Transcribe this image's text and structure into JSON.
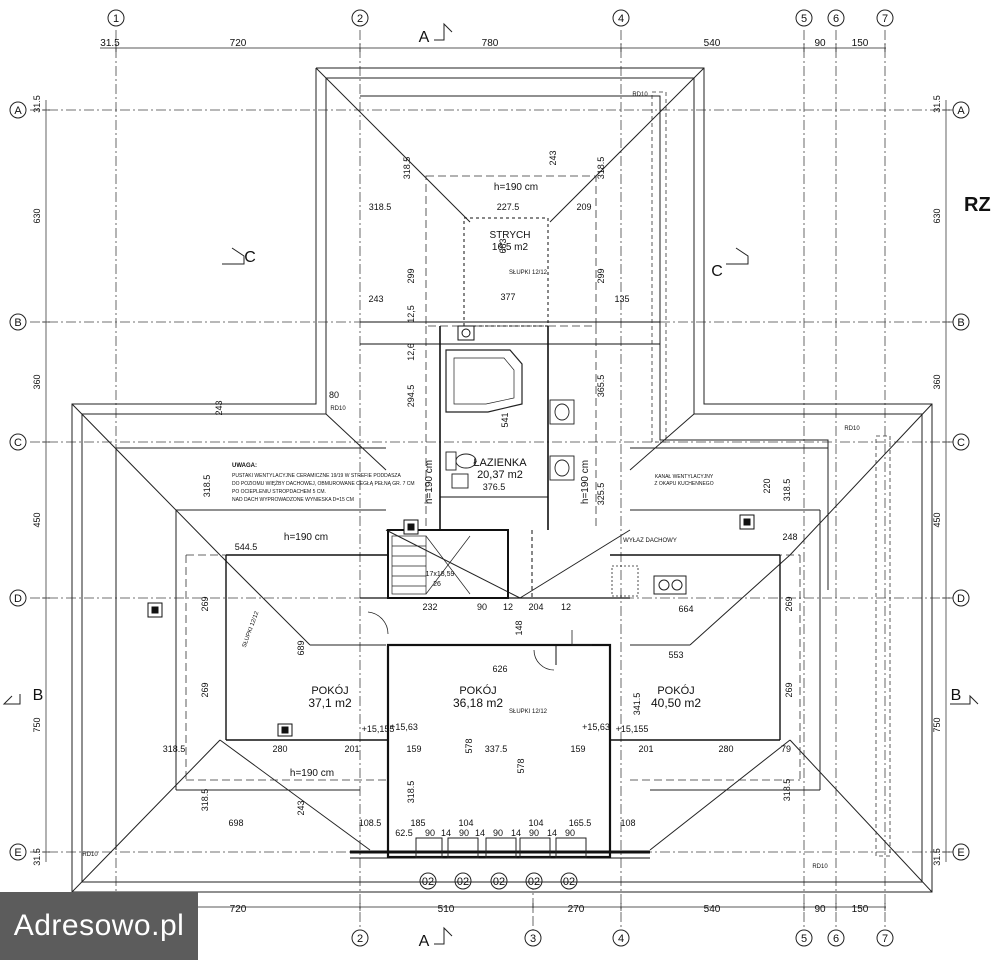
{
  "drawing_title_fragment": "RZ",
  "watermark": "Adresowo.pl",
  "grid_columns_top": [
    "1",
    "2",
    "4",
    "5",
    "6",
    "7"
  ],
  "grid_columns_bottom": [
    "2",
    "3",
    "4",
    "5",
    "6",
    "7"
  ],
  "grid_rows": [
    "A",
    "B",
    "C",
    "D",
    "E"
  ],
  "dims_top": [
    "31.5",
    "720",
    "780",
    "540",
    "90",
    "150"
  ],
  "dims_bottom": [
    "720",
    "510",
    "270",
    "540",
    "90",
    "150"
  ],
  "dims_left": [
    "31.5",
    "630",
    "360",
    "450",
    "750",
    "31.5"
  ],
  "dims_right": [
    "31.5",
    "630",
    "360",
    "450",
    "750",
    "31.5"
  ],
  "section_marks": {
    "a_top": "A",
    "a_bottom": "A",
    "b_left": "B",
    "b_right": "B",
    "c_left": "C",
    "c_right": "C"
  },
  "rooms": {
    "strych": {
      "name": "STRYCH",
      "area": "16,5 m2"
    },
    "lazienka": {
      "name": "ŁAZIENKA",
      "area": "20,37 m2"
    },
    "pokoj_left": {
      "name": "POKÓJ",
      "area": "37,1 m2"
    },
    "pokoj_mid": {
      "name": "POKÓJ",
      "area": "36,18 m2"
    },
    "pokoj_right": {
      "name": "POKÓJ",
      "area": "40,50 m2"
    }
  },
  "notes": {
    "uwaga_title": "UWAGA:",
    "uwaga_lines": [
      "PUSTAKI WENTYLACYJNE CERAMICZNE 19/19 W STREFIE PODDASZA",
      "DO POZIOMU WIĘŹBY DACHOWEJ, OBMUROWANE CEGŁĄ PEŁNĄ GR. 7 CM",
      "PO OCIEPLENIU STROPDACHEM 5 CM.",
      "NAD DACH WYPROWADZONE WYNIESKA D=15 CM"
    ],
    "kanal_lines": [
      "KANAŁ WENTYLACYJNY",
      "Z OKAPU KUCHENNEGO"
    ],
    "wylaz": "WYŁAZ DACHOWY"
  },
  "heights": {
    "h_top": "h=190 cm",
    "h_left_row": "h=190 cm",
    "h_left_vert": "h=190 cm",
    "h_right_vert": "h=190 cm",
    "h_bottom_row": "h=190 cm"
  },
  "slupki": [
    "SŁUPKI 12/12",
    "SŁUPKI 12/12",
    "SŁUPKI 12/12"
  ],
  "rd_labels": [
    "RD10",
    "RD10",
    "RD10",
    "RD10",
    "RD10"
  ],
  "stairs": {
    "spec": "17x18,59",
    "steps": "26"
  },
  "window_tags": [
    "02",
    "02",
    "02",
    "02",
    "02"
  ],
  "inner_dims": {
    "d_318_5_a": "318.5",
    "d_243_a": "243",
    "d_318_5_b": "318.5",
    "d_227_5": "227.5",
    "d_209": "209",
    "d_318_5_c": "318.5",
    "d_299_a": "299",
    "d_683": "683",
    "d_299_b": "299",
    "d_243_b": "243",
    "d_377": "377",
    "d_135": "135",
    "d_12_5": "12,5",
    "d_12_6": "12,6",
    "d_294_5": "294.5",
    "d_365_5": "365.5",
    "d_80": "80",
    "d_541": "541",
    "d_376_5": "376.5",
    "d_325_5": "325.5",
    "d_220": "220",
    "d_318_5_d": "318.5",
    "d_243_c": "243",
    "d_318_5_e": "318.5",
    "d_544_5": "544.5",
    "d_248": "248",
    "d_232": "232",
    "d_90_a": "90",
    "d_12_a": "12",
    "d_204": "204",
    "d_12_b": "12",
    "d_664": "664",
    "d_148": "148",
    "d_626": "626",
    "d_553": "553",
    "d_269_a": "269",
    "d_269_b": "269",
    "d_689": "689",
    "d_269_c": "269",
    "d_269_d": "269",
    "d_341_5": "341.5",
    "d_318_5_f": "318.5",
    "d_280_a": "280",
    "d_201_a": "201",
    "d_159_a": "159",
    "d_337_5": "337.5",
    "d_159_b": "159",
    "d_201_b": "201",
    "d_280_b": "280",
    "d_79": "79",
    "d_578_a": "578",
    "d_578_b": "578",
    "d_318_5_g": "318.5",
    "d_318_5_h": "318.5",
    "d_243_d": "243",
    "d_318_5_i": "318.5",
    "d_698": "698",
    "d_108_5": "108.5",
    "d_185": "185",
    "d_104_a": "104",
    "d_104_b": "104",
    "d_165_5": "165.5",
    "d_108": "108",
    "d_62_5": "62.5",
    "d_90_b": "90",
    "d_14_a": "14",
    "d_90_c": "90",
    "d_14_b": "14",
    "d_90_d": "90",
    "d_14_c": "14",
    "d_90_e": "90",
    "d_14_d": "14",
    "d_90_f": "90",
    "d_155_a": "+15,155",
    "d_63_a": "+15,63",
    "d_63_b": "+15,63",
    "d_155_b": "+15,155"
  },
  "icons": [
    "ventilation-shaft-icon",
    "toilet-icon",
    "sink-icon",
    "bathtub-icon",
    "stove-icon"
  ]
}
